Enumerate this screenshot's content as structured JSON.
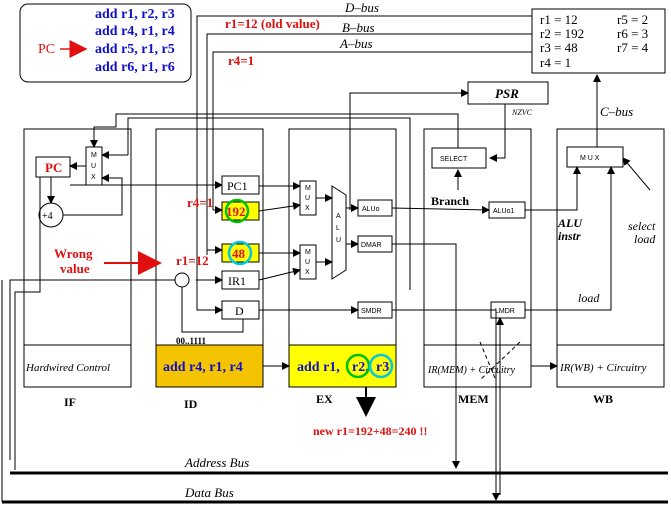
{
  "program": {
    "pc_label": "PC",
    "instructions": [
      "add r1, r2, r3",
      "add r4, r1, r4",
      "add r5, r1, r5",
      "add r6, r1, r6"
    ]
  },
  "registers": {
    "r1": "r1 = 12",
    "r2": "r2 = 192",
    "r3": "r3 = 48",
    "r4": "r4 = 1",
    "r5": "r5 = 2",
    "r6": "r6 = 3",
    "r7": "r7 = 4"
  },
  "buses": {
    "d_bus": "D–bus",
    "b_bus": "B–bus",
    "a_bus": "A–bus",
    "c_bus": "C–bus",
    "address_bus": "Address Bus",
    "data_bus": "Data Bus"
  },
  "annotations": {
    "r1_old": "r1=12 (old value)",
    "r4_eq_1_top": "r4=1",
    "r4_eq_1_id": "r4=1",
    "r1_eq_12_id": "r1=12",
    "wrong_value_line1": "Wrong",
    "wrong_value_line2": "value",
    "new_r1": "new r1=192+48=240 !!"
  },
  "blocks": {
    "psr": "PSR",
    "nzvc": "NZVC",
    "select": "SELECT",
    "mux_wb": "M U X",
    "pc_box": "PC",
    "plus4": "+4",
    "mux_if": [
      "M",
      "U",
      "X"
    ],
    "pc1": "PC1",
    "val_192": "192",
    "val_48": "48",
    "ir1": "IR1",
    "d": "D",
    "const": "00..1111",
    "mux_ex": [
      "M",
      "U",
      "X"
    ],
    "alu": [
      "A",
      "L",
      "U"
    ],
    "aluo": "ALUo",
    "aluo1": "ALUo1",
    "dmar": "DMAR",
    "smdr": "SMDR",
    "lmdr": "LMDR",
    "branch": "Branch",
    "alu_instr_1": "ALU",
    "alu_instr_2": "instr",
    "select_load_1": "select",
    "select_load_2": "load",
    "load": "load"
  },
  "stages": {
    "hardwired": "Hardwired Control",
    "id_instr": "add r4, r1, r4",
    "ex_instr_a": "add r1,",
    "ex_instr_b": "r2,",
    "ex_instr_c": "r3",
    "mem_ir": "IR(MEM) + Circuitry",
    "wb_ir": "IR(WB) + Circuitry",
    "names": [
      "IF",
      "ID",
      "EX",
      "MEM",
      "WB"
    ]
  },
  "colors": {
    "instruction_blue": "#1010c8",
    "annotation_red": "#e01010",
    "highlight_yellow": "#ffff00",
    "id_orange": "#f5c400",
    "green_circle": "#00c000",
    "cyan_circle": "#00c8e0"
  }
}
